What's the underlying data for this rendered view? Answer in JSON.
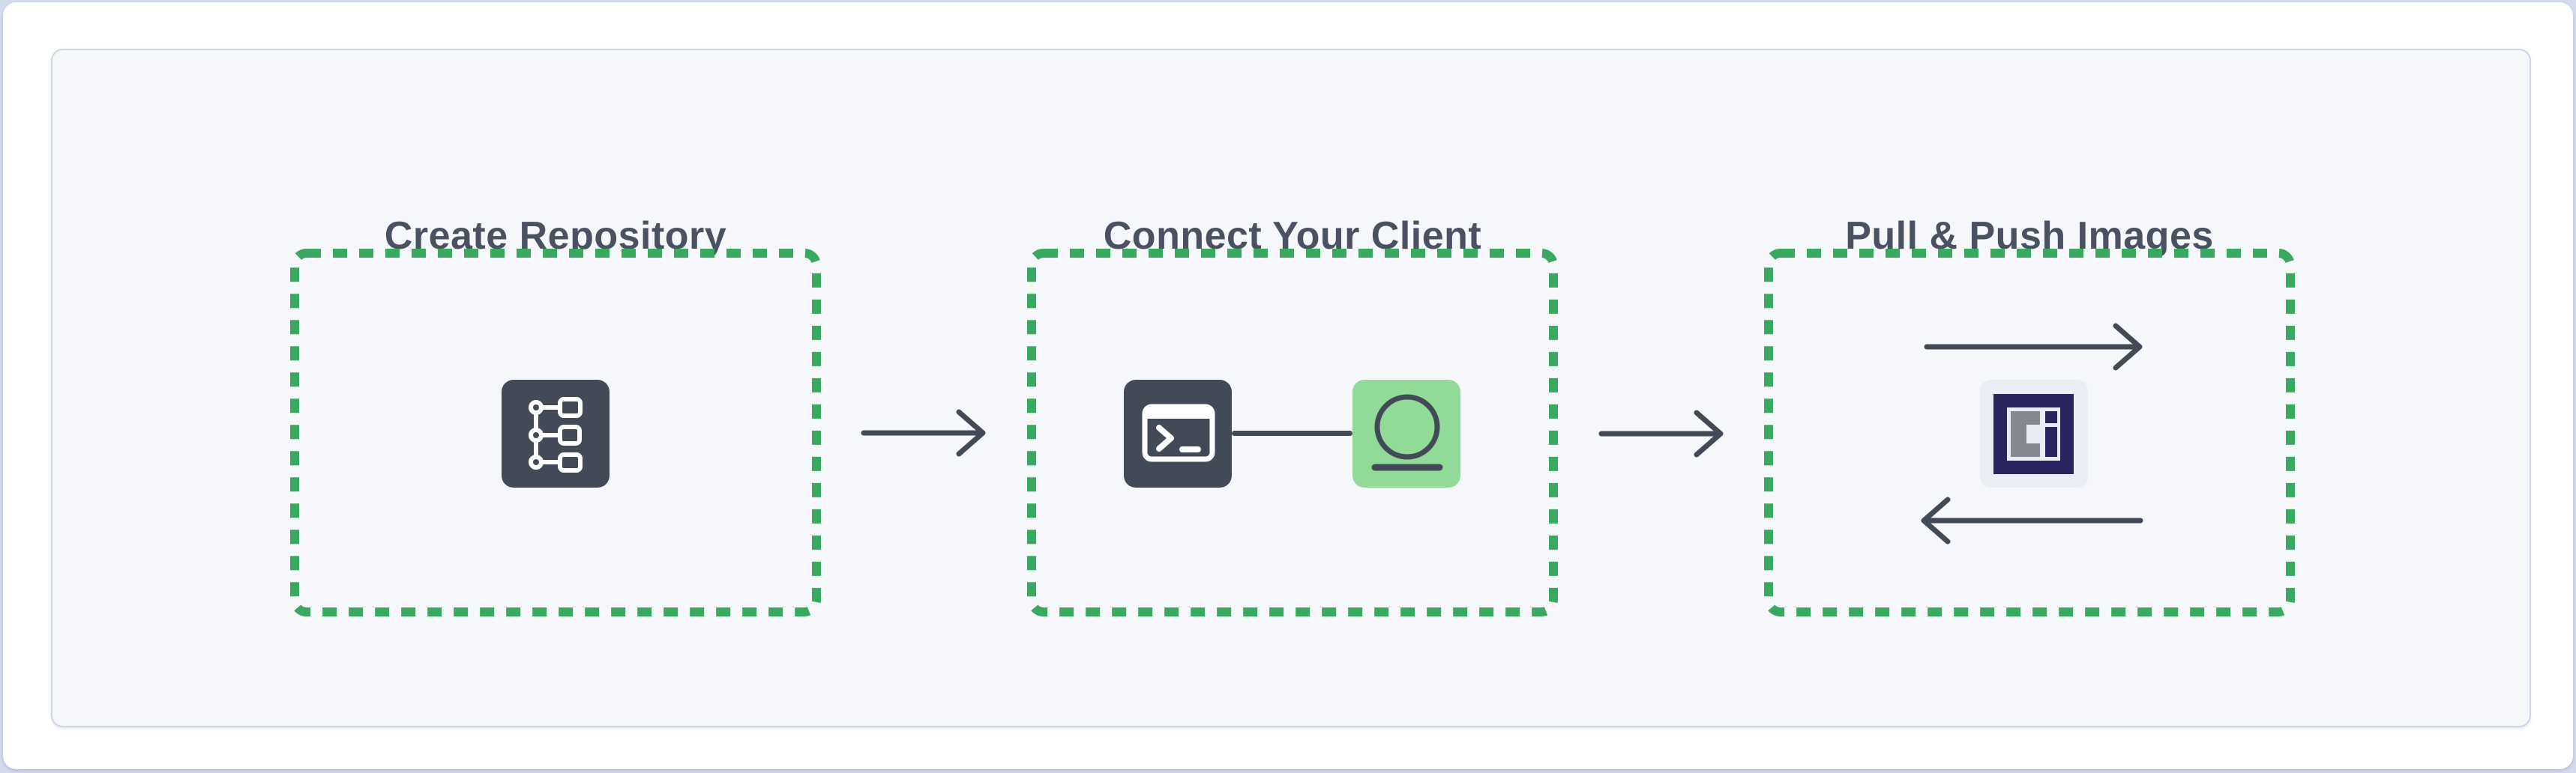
{
  "diagram": {
    "description_labels": {
      "step1_title": "Create Repository",
      "step2_title": "Connect Your Client",
      "step3_title": "Pull & Push Images"
    }
  },
  "steps": [
    {
      "title": "Create Repository",
      "icon": "repository-structure-icon"
    },
    {
      "title": "Connect Your Client",
      "icons": [
        "terminal-icon",
        "client-circle-icon"
      ]
    },
    {
      "title": "Pull & Push Images",
      "icons": [
        "push-arrow-icon",
        "oci-image-icon",
        "pull-arrow-icon"
      ]
    }
  ],
  "connectors": [
    "arrow-right",
    "arrow-right"
  ],
  "colors": {
    "page-bg": "#d5dbef",
    "panel-bg": "#ffffff",
    "card-bg": "#f6f7fa",
    "card-border": "#ccd5e8",
    "green": "#3aa960",
    "green-tile": "#92da97",
    "slate": "#424957",
    "title-text": "#4a5262",
    "navy": "#29255f",
    "gray-c": "#85888f",
    "logo-tile": "#e9edf4",
    "logo-inner": "#e9edf3"
  }
}
